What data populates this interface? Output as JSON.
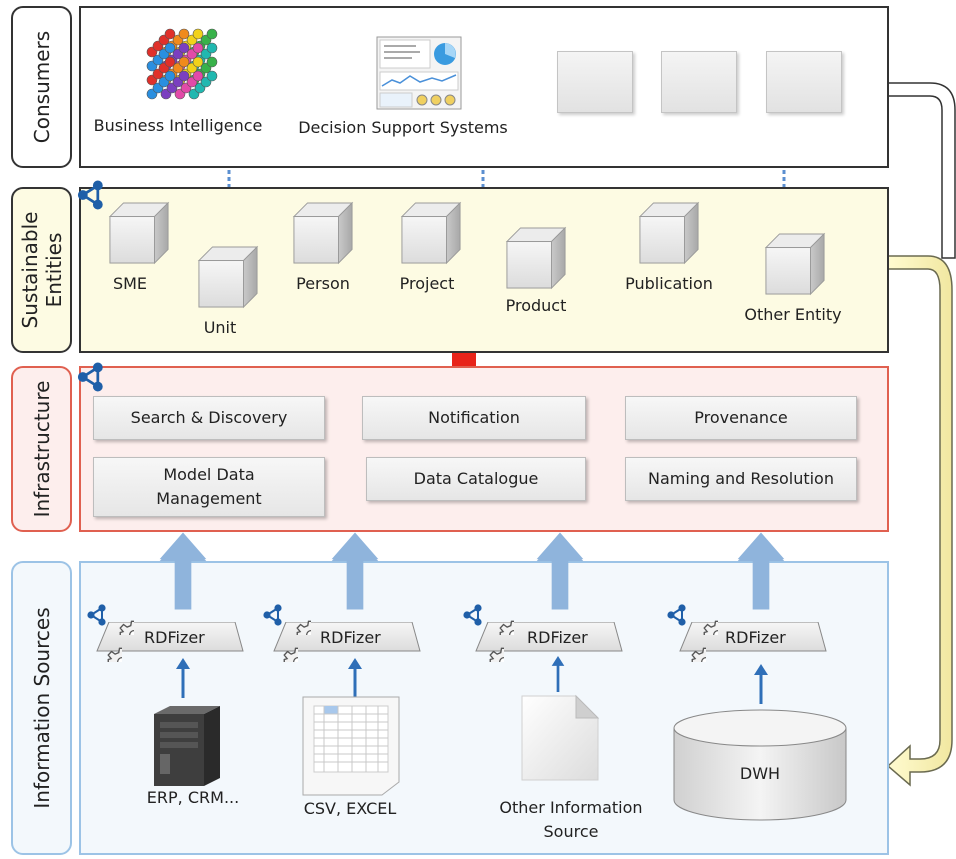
{
  "layers": {
    "consumers": "Consumers",
    "entities": "Sustainable Entities",
    "infrastructure": "Infrastructure",
    "sources": "Information Sources"
  },
  "consumers": {
    "bi": "Business Intelligence",
    "dss": "Decision Support Systems"
  },
  "entities": {
    "sme": "SME",
    "unit": "Unit",
    "person": "Person",
    "project": "Project",
    "product": "Product",
    "publication": "Publication",
    "other": "Other Entity"
  },
  "infrastructure": {
    "search": "Search & Discovery",
    "notification": "Notification",
    "provenance": "Provenance",
    "model_data": "Model Data Management",
    "catalogue": "Data Catalogue",
    "naming": "Naming and Resolution"
  },
  "sources": {
    "rdfizer": "RDFizer",
    "erp": "ERP, CRM...",
    "csv": "CSV, EXCEL",
    "other": "Other Information Source",
    "dwh": "DWH"
  },
  "colors": {
    "consumers_border": "#333333",
    "entities_bg": "#fdfbe3",
    "infra_border": "#e06050",
    "infra_bg": "#fdeeed",
    "sources_border": "#9cc3e6",
    "sources_bg": "#f3f8fc",
    "arrow_blue": "#8fb4dc",
    "arrow_red": "#e8241a",
    "node_blue": "#1f5fa8"
  }
}
